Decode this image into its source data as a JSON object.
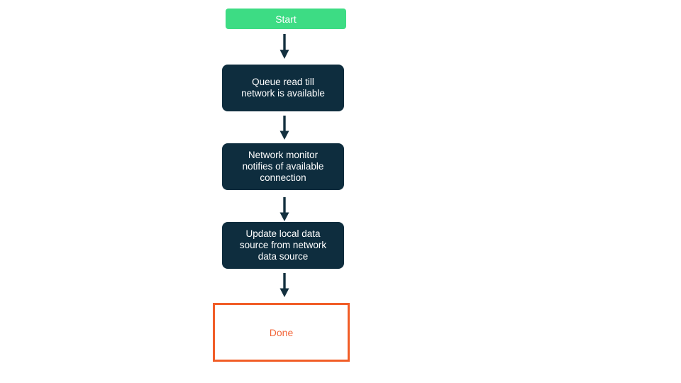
{
  "diagram": {
    "type": "flowchart",
    "direction": "top-down",
    "nodes": [
      {
        "id": "start",
        "type": "start",
        "label": "Start"
      },
      {
        "id": "queue-read",
        "type": "process",
        "label": "Queue read till\nnetwork is available"
      },
      {
        "id": "network-monitor",
        "type": "process",
        "label": "Network monitor\nnotifies of available\nconnection"
      },
      {
        "id": "update-local",
        "type": "process",
        "label": "Update local data\nsource from network\ndata source"
      },
      {
        "id": "done",
        "type": "terminal",
        "label": "Done"
      }
    ],
    "edges": [
      {
        "from": "start",
        "to": "queue-read"
      },
      {
        "from": "queue-read",
        "to": "network-monitor"
      },
      {
        "from": "network-monitor",
        "to": "update-local"
      },
      {
        "from": "update-local",
        "to": "done"
      }
    ]
  },
  "colors": {
    "background": "#ffffff",
    "start_fill": "#3ddc84",
    "start_text": "#ffffff",
    "process_fill": "#0e2d3e",
    "process_text": "#ffffff",
    "done_border": "#f15d27",
    "done_text": "#f2663a",
    "arrow": "#13303f"
  }
}
